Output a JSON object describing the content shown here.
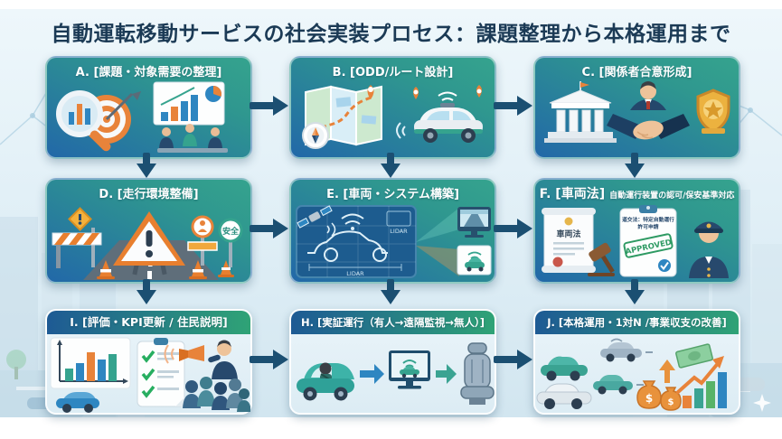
{
  "title": "自動運転移動サービスの社会実装プロセス：課題整理から本格運用まで",
  "colors": {
    "panel_gradient_start": "#2268a8",
    "panel_gradient_end": "#35a38e",
    "band_gradient_start": "#1e5a94",
    "band_gradient_end": "#2fa376",
    "arrow": "#1b4f72",
    "title_text": "#1b3a55",
    "background": "#e2f0f7",
    "accent_orange": "#e8833a"
  },
  "panels": {
    "a": {
      "label": "A. [課題・対象需要の整理]"
    },
    "b": {
      "label": "B. [ODD/ルート設計]"
    },
    "c": {
      "label": "C. [関係者合意形成]"
    },
    "d": {
      "label": "D. [走行環境整備]",
      "safety_sign": "安全"
    },
    "e": {
      "label": "E. [車両・システム構築]",
      "lidar_label": "LIDAR"
    },
    "f": {
      "label": "F. [車両法]",
      "sublabel": "自動運行装置の認可/保安基準対応",
      "document_title": "車両法",
      "permit_line1": "道交法：特定自動運行",
      "permit_line2": "許可申請",
      "stamp_text": "APPROVED"
    },
    "i": {
      "label": "I. [評価・KPI更新 / 住民説明]"
    },
    "h": {
      "label": "H. [実証運行（有人→遠隔監視→無人）]"
    },
    "j": {
      "label": "J. [本格運用・1対N /事業収支の改善]",
      "money_symbol": "$"
    }
  }
}
